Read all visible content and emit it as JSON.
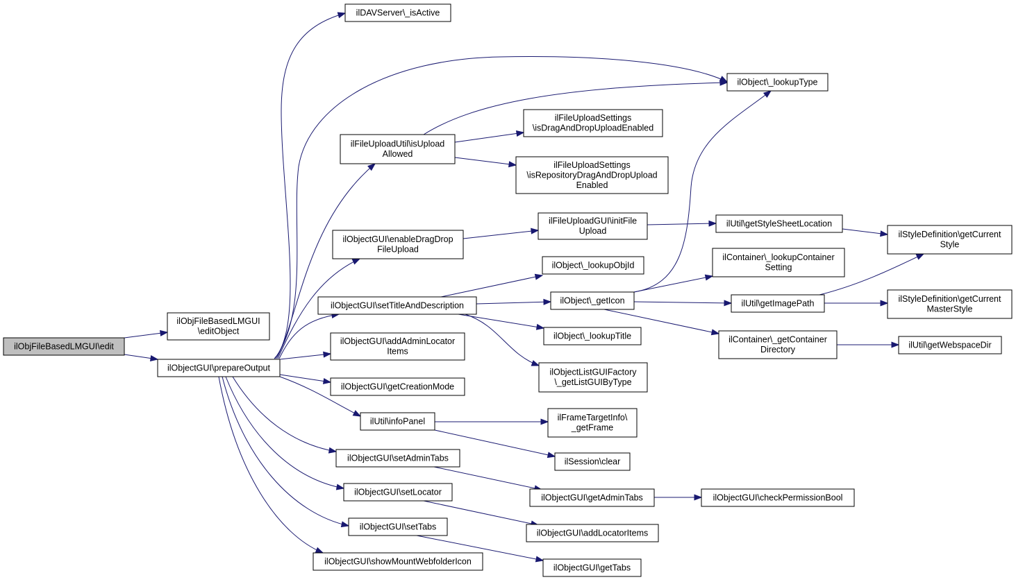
{
  "nodes": [
    {
      "id": "n_edit",
      "lines": [
        "ilObjFileBasedLMGUI\\edit"
      ],
      "root": true
    },
    {
      "id": "n_editObject",
      "lines": [
        "ilObjFileBasedLMGUI",
        "\\editObject"
      ]
    },
    {
      "id": "n_prepareOutput",
      "lines": [
        "ilObjectGUI\\prepareOutput"
      ]
    },
    {
      "id": "n_davActive",
      "lines": [
        "ilDAVServer\\_isActive"
      ]
    },
    {
      "id": "n_lookupType",
      "lines": [
        "ilObject\\_lookupType"
      ]
    },
    {
      "id": "n_isUploadAllowed",
      "lines": [
        "ilFileUploadUtil\\isUpload",
        "Allowed"
      ]
    },
    {
      "id": "n_isDnD",
      "lines": [
        "ilFileUploadSettings",
        "\\isDragAndDropUploadEnabled"
      ]
    },
    {
      "id": "n_isRepoDnD",
      "lines": [
        "ilFileUploadSettings",
        "\\isRepositoryDragAndDropUpload",
        "Enabled"
      ]
    },
    {
      "id": "n_enableDnD",
      "lines": [
        "ilObjectGUI\\enableDragDrop",
        "FileUpload"
      ]
    },
    {
      "id": "n_initFileUpload",
      "lines": [
        "ilFileUploadGUI\\initFile",
        "Upload"
      ]
    },
    {
      "id": "n_styleSheet",
      "lines": [
        "ilUtil\\getStyleSheetLocation"
      ]
    },
    {
      "id": "n_currentStyle",
      "lines": [
        "ilStyleDefinition\\getCurrent",
        "Style"
      ]
    },
    {
      "id": "n_lookupObjId",
      "lines": [
        "ilObject\\_lookupObjId"
      ]
    },
    {
      "id": "n_lookupContainer",
      "lines": [
        "ilContainer\\_lookupContainer",
        "Setting"
      ]
    },
    {
      "id": "n_setTitleDesc",
      "lines": [
        "ilObjectGUI\\setTitleAndDescription"
      ]
    },
    {
      "id": "n_getIcon",
      "lines": [
        "ilObject\\_getIcon"
      ]
    },
    {
      "id": "n_getImagePath",
      "lines": [
        "ilUtil\\getImagePath"
      ]
    },
    {
      "id": "n_currentMasterStyle",
      "lines": [
        "ilStyleDefinition\\getCurrent",
        "MasterStyle"
      ]
    },
    {
      "id": "n_lookupTitle",
      "lines": [
        "ilObject\\_lookupTitle"
      ]
    },
    {
      "id": "n_containerDir",
      "lines": [
        "ilContainer\\_getContainer",
        "Directory"
      ]
    },
    {
      "id": "n_webspaceDir",
      "lines": [
        "ilUtil\\getWebspaceDir"
      ]
    },
    {
      "id": "n_addAdminLocator",
      "lines": [
        "ilObjectGUI\\addAdminLocator",
        "Items"
      ]
    },
    {
      "id": "n_listGUIByType",
      "lines": [
        "ilObjectListGUIFactory",
        "\\_getListGUIByType"
      ]
    },
    {
      "id": "n_getCreationMode",
      "lines": [
        "ilObjectGUI\\getCreationMode"
      ]
    },
    {
      "id": "n_infoPanel",
      "lines": [
        "ilUtil\\infoPanel"
      ]
    },
    {
      "id": "n_getFrame",
      "lines": [
        "ilFrameTargetInfo\\",
        "_getFrame"
      ]
    },
    {
      "id": "n_setAdminTabs",
      "lines": [
        "ilObjectGUI\\setAdminTabs"
      ]
    },
    {
      "id": "n_sessionClear",
      "lines": [
        "ilSession\\clear"
      ]
    },
    {
      "id": "n_getAdminTabs",
      "lines": [
        "ilObjectGUI\\getAdminTabs"
      ]
    },
    {
      "id": "n_checkPermBool",
      "lines": [
        "ilObjectGUI\\checkPermissionBool"
      ]
    },
    {
      "id": "n_setLocator",
      "lines": [
        "ilObjectGUI\\setLocator"
      ]
    },
    {
      "id": "n_addLocatorItems",
      "lines": [
        "ilObjectGUI\\addLocatorItems"
      ]
    },
    {
      "id": "n_setTabs",
      "lines": [
        "ilObjectGUI\\setTabs"
      ]
    },
    {
      "id": "n_getTabs",
      "lines": [
        "ilObjectGUI\\getTabs"
      ]
    },
    {
      "id": "n_showMountWebfolder",
      "lines": [
        "ilObjectGUI\\showMountWebfolderIcon"
      ]
    }
  ],
  "edges": [
    {
      "from": "n_edit",
      "to": "n_editObject"
    },
    {
      "from": "n_edit",
      "to": "n_prepareOutput"
    },
    {
      "from": "n_prepareOutput",
      "to": "n_davActive"
    },
    {
      "from": "n_prepareOutput",
      "to": "n_lookupType"
    },
    {
      "from": "n_prepareOutput",
      "to": "n_isUploadAllowed"
    },
    {
      "from": "n_prepareOutput",
      "to": "n_enableDnD"
    },
    {
      "from": "n_prepareOutput",
      "to": "n_setTitleDesc"
    },
    {
      "from": "n_prepareOutput",
      "to": "n_addAdminLocator"
    },
    {
      "from": "n_prepareOutput",
      "to": "n_getCreationMode"
    },
    {
      "from": "n_prepareOutput",
      "to": "n_infoPanel"
    },
    {
      "from": "n_prepareOutput",
      "to": "n_setAdminTabs"
    },
    {
      "from": "n_prepareOutput",
      "to": "n_setLocator"
    },
    {
      "from": "n_prepareOutput",
      "to": "n_setTabs"
    },
    {
      "from": "n_prepareOutput",
      "to": "n_showMountWebfolder"
    },
    {
      "from": "n_isUploadAllowed",
      "to": "n_lookupType"
    },
    {
      "from": "n_isUploadAllowed",
      "to": "n_isDnD"
    },
    {
      "from": "n_isUploadAllowed",
      "to": "n_isRepoDnD"
    },
    {
      "from": "n_enableDnD",
      "to": "n_initFileUpload"
    },
    {
      "from": "n_initFileUpload",
      "to": "n_styleSheet"
    },
    {
      "from": "n_styleSheet",
      "to": "n_currentStyle"
    },
    {
      "from": "n_setTitleDesc",
      "to": "n_lookupObjId"
    },
    {
      "from": "n_setTitleDesc",
      "to": "n_getIcon"
    },
    {
      "from": "n_setTitleDesc",
      "to": "n_lookupTitle"
    },
    {
      "from": "n_setTitleDesc",
      "to": "n_listGUIByType"
    },
    {
      "from": "n_getIcon",
      "to": "n_lookupType"
    },
    {
      "from": "n_getIcon",
      "to": "n_lookupContainer"
    },
    {
      "from": "n_getIcon",
      "to": "n_getImagePath"
    },
    {
      "from": "n_getIcon",
      "to": "n_containerDir"
    },
    {
      "from": "n_getImagePath",
      "to": "n_currentStyle"
    },
    {
      "from": "n_getImagePath",
      "to": "n_currentMasterStyle"
    },
    {
      "from": "n_containerDir",
      "to": "n_webspaceDir"
    },
    {
      "from": "n_infoPanel",
      "to": "n_getFrame"
    },
    {
      "from": "n_infoPanel",
      "to": "n_sessionClear"
    },
    {
      "from": "n_setAdminTabs",
      "to": "n_getAdminTabs"
    },
    {
      "from": "n_getAdminTabs",
      "to": "n_checkPermBool"
    },
    {
      "from": "n_setLocator",
      "to": "n_addLocatorItems"
    },
    {
      "from": "n_setTabs",
      "to": "n_getTabs"
    }
  ]
}
